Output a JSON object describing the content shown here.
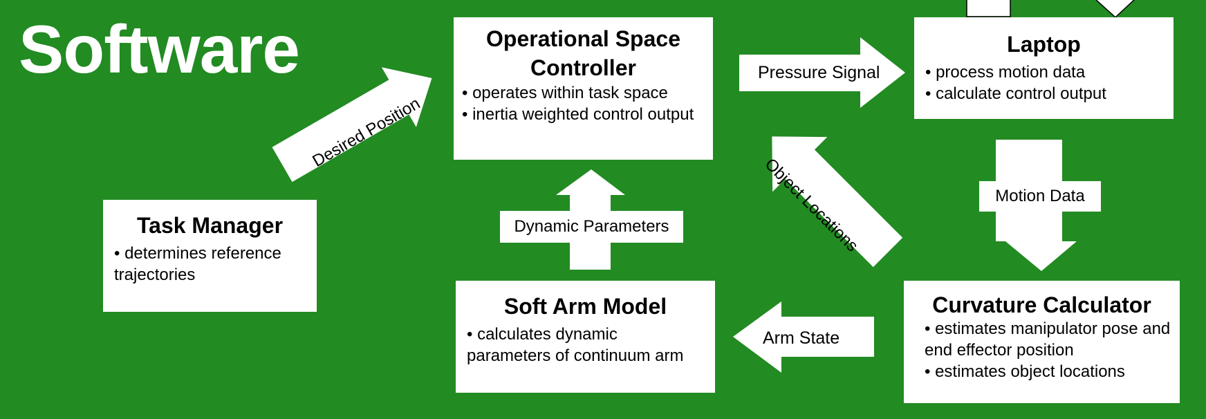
{
  "title": "Software",
  "colors": {
    "background": "#228b22",
    "box": "#ffffff",
    "text": "#000000"
  },
  "nodes": {
    "operational_space_controller": {
      "title_line1": "Operational Space",
      "title_line2": "Controller",
      "bullets": [
        "operates within task space",
        "inertia weighted control output"
      ]
    },
    "laptop": {
      "title": "Laptop",
      "bullets": [
        "process motion data",
        "calculate control output"
      ]
    },
    "task_manager": {
      "title": "Task Manager",
      "bullets": [
        "determines reference trajectories"
      ]
    },
    "soft_arm_model": {
      "title": "Soft Arm Model",
      "bullets": [
        "calculates dynamic parameters of continuum arm"
      ]
    },
    "curvature_calculator": {
      "title": "Curvature Calculator",
      "bullets": [
        "estimates manipulator pose and end effector position",
        "estimates object locations"
      ]
    }
  },
  "edges": {
    "desired_position": "Desired Position",
    "pressure_signal": "Pressure Signal",
    "motion_data": "Motion Data",
    "dynamic_parameters": "Dynamic Parameters",
    "object_locations": "Object Locations",
    "arm_state": "Arm State"
  }
}
